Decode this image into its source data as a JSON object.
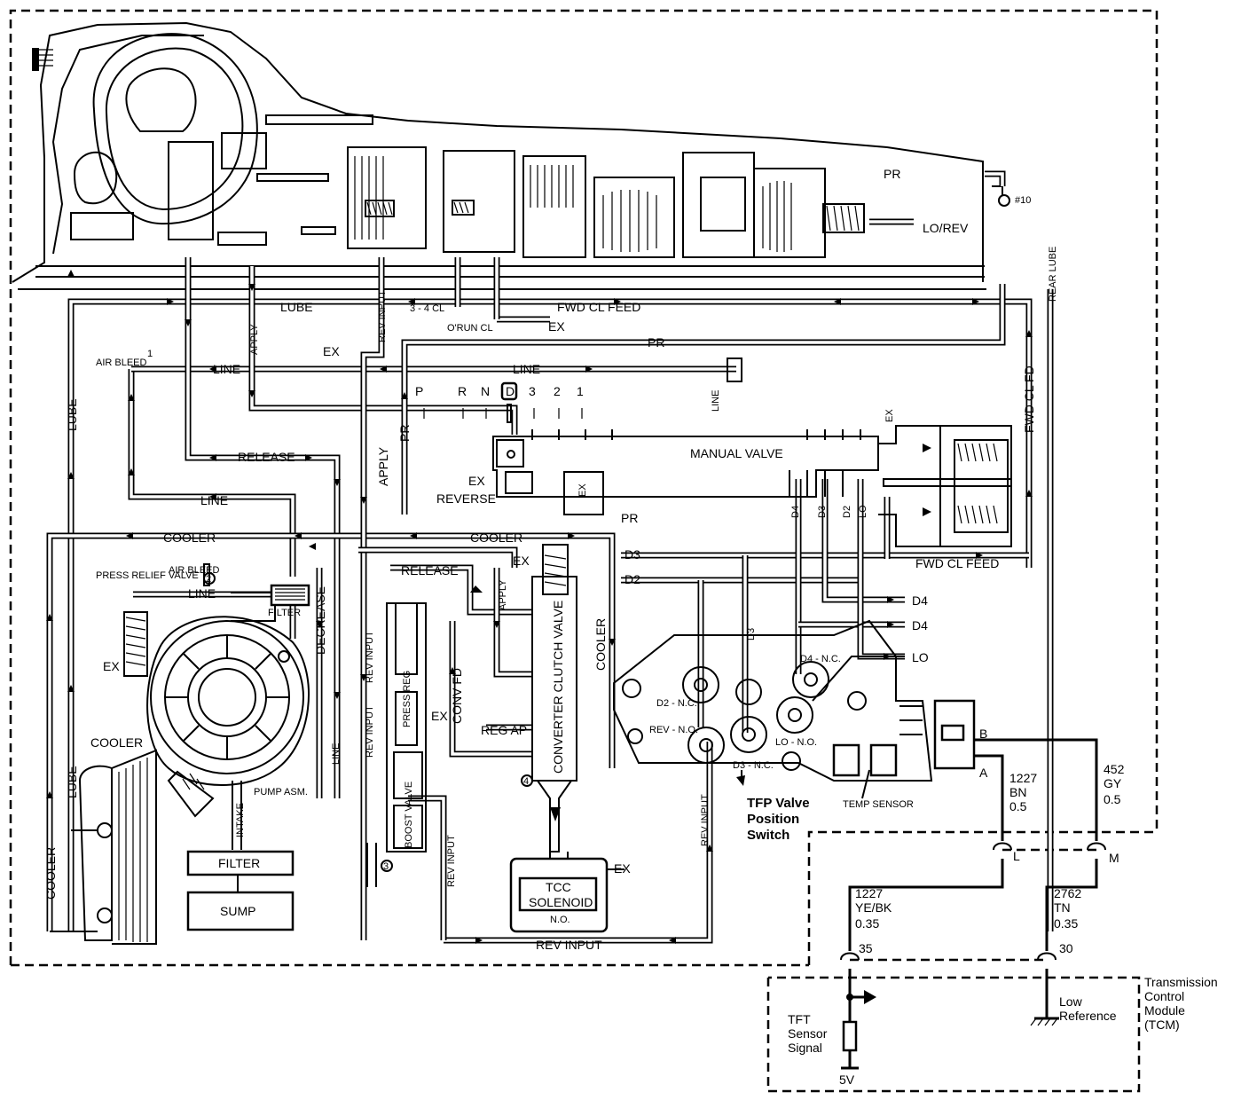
{
  "labels": {
    "lube_top": "LUBE",
    "rev_input_top": "REV INPUT",
    "apply_top": "APPLY",
    "three_four_cl": "3 - 4 CL",
    "orun_cl": "O'RUN CL",
    "ex_orun": "EX",
    "fwd_cl_feed_top": "FWD CL FEED",
    "rear_lube": "REAR LUBE",
    "pr_top": "PR",
    "pr_upper": "PR",
    "no10": "#10",
    "lo_rev": "LO/REV",
    "air_bleed_1": "AIR BLEED",
    "marker_1": "1",
    "ex_left": "EX",
    "line_upper_left": "LINE",
    "line_upper_right": "LINE",
    "lube_vertical": "LUBE",
    "pr_vertical": "PR",
    "fwd_cl_fd": "FWD CL FD",
    "line_vertical_mv": "LINE",
    "ex_mv_top": "EX",
    "release_upper": "RELEASE",
    "manual_valve": "MANUAL VALVE",
    "ex_reverse": "EX",
    "reverse": "REVERSE",
    "ex_box": "EX",
    "pr_mid": "PR",
    "d4_v": "D4",
    "d3_v": "D3",
    "d2_v": "D2",
    "lo_v": "LO",
    "line_mid_left": "LINE",
    "cooler_top": "COOLER",
    "cooler_mid": "COOLER",
    "ex_clutch_top": "EX",
    "release_mid": "RELEASE",
    "apply_mid": "APPLY",
    "apply_vertical": "APPLY",
    "fwd_cl_feed_right": "FWD CL FEED",
    "d3_h": "D3",
    "d2_h": "D2",
    "d4_h1": "D4",
    "d4_h2": "D4",
    "lo_h": "LO",
    "press_relief_valve": "PRESS RELIEF VALVE",
    "air_bleed_2": "AIR BLEED",
    "marker_2": "2",
    "line_pump": "LINE",
    "filter_small": "FILTER",
    "decrease": "DECREASE",
    "ex_pump": "EX",
    "cooler_right_v": "COOLER",
    "d3_tfp": "D3",
    "d4_nc": "D4 - N.C.",
    "d2_nc": "D2 - N.C.",
    "rev_no": "REV - N.O.",
    "d3_nc": "D3 - N.C.",
    "lo_no": "LO - N.O.",
    "conv_fd": "CONV FD",
    "reg_ap": "REG AP",
    "converter_clutch_valve": "CONVERTER CLUTCH VALVE",
    "press_reg": "PRESS REG",
    "ex_press_reg": "EX",
    "rev_input_v1": "REV INPUT",
    "line_lower_v": "LINE",
    "rev_input_v2": "REV INPUT",
    "boost_valve": "BOOST VALVE",
    "marker_3": "3",
    "marker_4": "4",
    "rev_input_v3": "REV INPUT",
    "rev_input_v4": "REV INPUT",
    "rev_input_bottom": "REV INPUT",
    "ex_tcc": "EX",
    "tcc_solenoid_1": "TCC",
    "tcc_solenoid_2": "SOLENOID",
    "no_tcc": "N.O.",
    "cooler_left": "COOLER",
    "lube_lower": "LUBE",
    "cooler_bottom_v": "COOLER",
    "pump_asm": "PUMP ASM.",
    "intake": "INTAKE",
    "filter_big": "FILTER",
    "sump": "SUMP",
    "tfp_valve": "TFP Valve",
    "position": "Position",
    "switch": "Switch",
    "temp_sensor": "TEMP SENSOR",
    "pin_a": "A",
    "pin_b": "B",
    "w1_circuit": "1227",
    "w1_color": "BN",
    "w1_size": "0.5",
    "w2_circuit": "452",
    "w2_color": "GY",
    "w2_size": "0.5",
    "conn_l": "L",
    "conn_m": "M",
    "w3_circuit": "1227",
    "w3_color": "YE/BK",
    "w3_size": "0.35",
    "w4_circuit": "2762",
    "w4_color": "TN",
    "w4_size": "0.35",
    "pin_35": "35",
    "pin_30": "30",
    "tcm_1": "Transmission",
    "tcm_2": "Control",
    "tcm_3": "Module",
    "tcm_4": "(TCM)",
    "tft_1": "TFT",
    "tft_2": "Sensor",
    "tft_3": "Signal",
    "low_ref_1": "Low",
    "low_ref_2": "Reference",
    "five_v": "5V",
    "gear_p": "P",
    "gear_r": "R",
    "gear_n": "N",
    "gear_d": "D",
    "gear_3": "3",
    "gear_2": "2",
    "gear_1": "1"
  }
}
